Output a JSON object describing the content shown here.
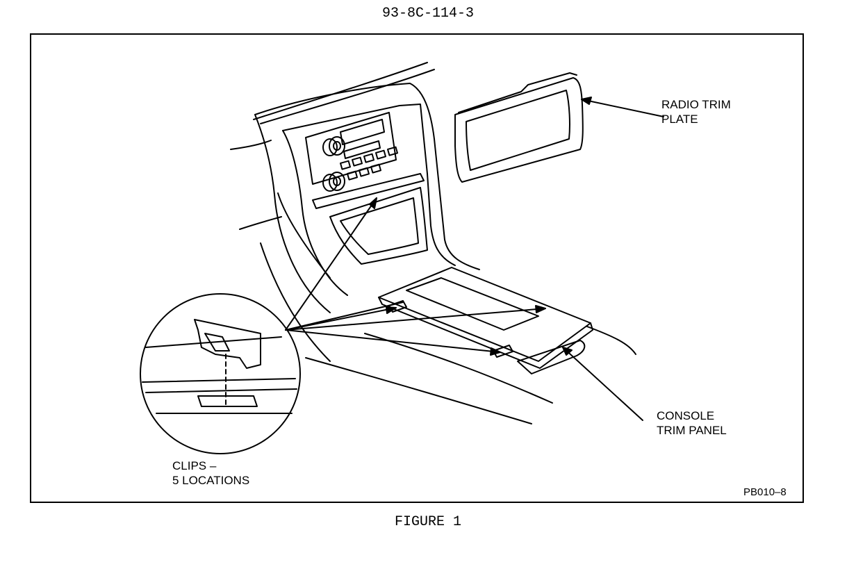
{
  "header": {
    "doc_number": "93-8C-114-3"
  },
  "diagram": {
    "labels": {
      "radio_trim_plate": [
        "RADIO TRIM",
        "PLATE"
      ],
      "console_trim_panel": [
        "CONSOLE",
        "TRIM PANEL"
      ],
      "clips": [
        "CLIPS –",
        "5 LOCATIONS"
      ],
      "part_code": "PB010–8"
    }
  },
  "footer": {
    "caption": "FIGURE 1"
  }
}
